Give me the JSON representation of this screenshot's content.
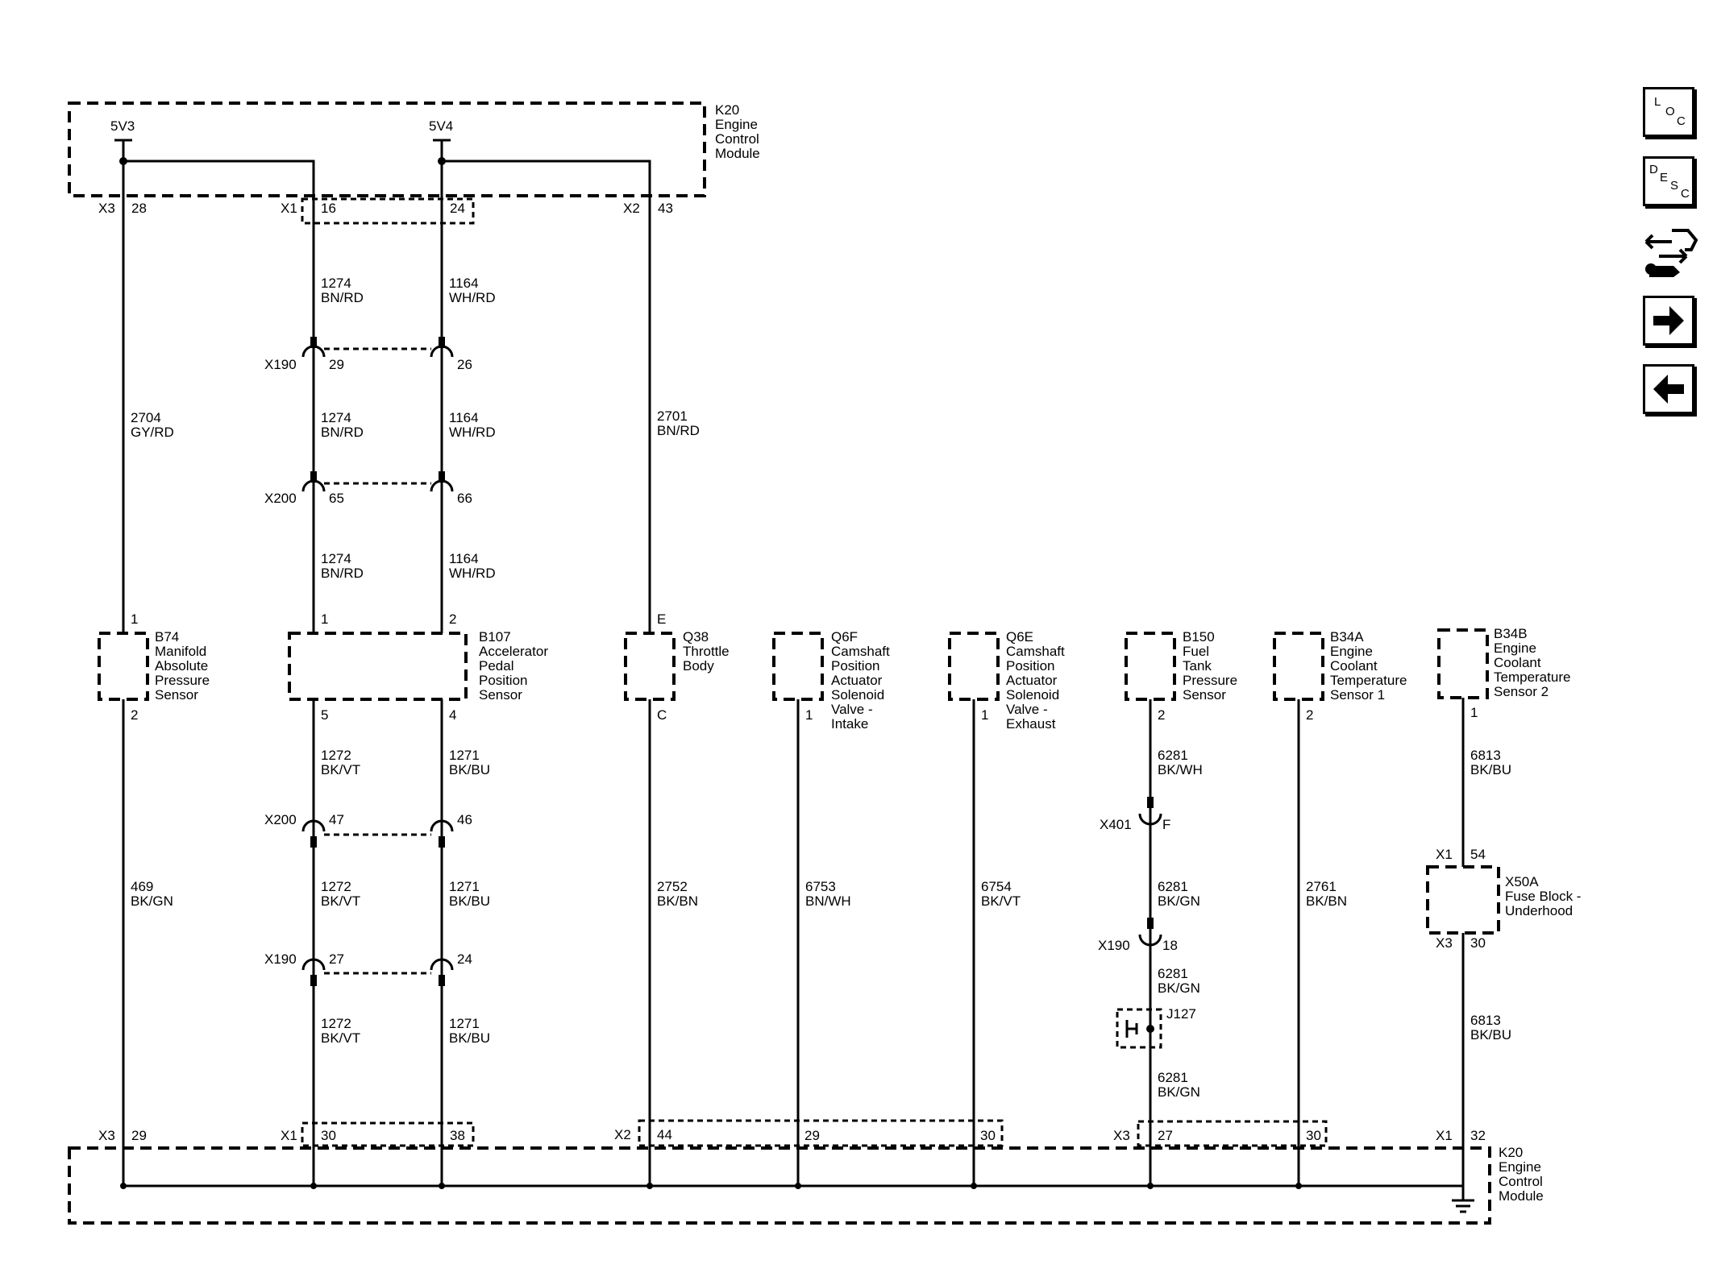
{
  "ecm_top": {
    "code": "K20",
    "l1": "Engine",
    "l2": "Control",
    "l3": "Module"
  },
  "ecm_bottom": {
    "code": "K20",
    "l1": "Engine",
    "l2": "Control",
    "l3": "Module"
  },
  "refs": {
    "v3": "5V3",
    "v4": "5V4"
  },
  "top_pins": {
    "x3": "X3",
    "p28": "28",
    "x1": "X1",
    "p16": "16",
    "p24": "24",
    "x2": "X2",
    "p43": "43"
  },
  "bottom_pins": {
    "x3a": "X3",
    "p29a": "29",
    "x1a": "X1",
    "p30a": "30",
    "p38": "38",
    "x2": "X2",
    "p44": "44",
    "p29b": "29",
    "p30b": "30",
    "x3b": "X3",
    "p27": "27",
    "p30c": "30",
    "x1b": "X1",
    "p32": "32"
  },
  "wires": {
    "w2704": {
      "num": "2704",
      "color": "GY/RD"
    },
    "w2701": {
      "num": "2701",
      "color": "BN/RD"
    },
    "w1274a": {
      "num": "1274",
      "color": "BN/RD"
    },
    "w1274b": {
      "num": "1274",
      "color": "BN/RD"
    },
    "w1274c": {
      "num": "1274",
      "color": "BN/RD"
    },
    "w1164a": {
      "num": "1164",
      "color": "WH/RD"
    },
    "w1164b": {
      "num": "1164",
      "color": "WH/RD"
    },
    "w1164c": {
      "num": "1164",
      "color": "WH/RD"
    },
    "w469": {
      "num": "469",
      "color": "BK/GN"
    },
    "w1272a": {
      "num": "1272",
      "color": "BK/VT"
    },
    "w1272b": {
      "num": "1272",
      "color": "BK/VT"
    },
    "w1272c": {
      "num": "1272",
      "color": "BK/VT"
    },
    "w1271a": {
      "num": "1271",
      "color": "BK/BU"
    },
    "w1271b": {
      "num": "1271",
      "color": "BK/BU"
    },
    "w1271c": {
      "num": "1271",
      "color": "BK/BU"
    },
    "w2752": {
      "num": "2752",
      "color": "BK/BN"
    },
    "w6753": {
      "num": "6753",
      "color": "BN/WH"
    },
    "w6754": {
      "num": "6754",
      "color": "BK/VT"
    },
    "w6281a": {
      "num": "6281",
      "color": "BK/WH"
    },
    "w6281b": {
      "num": "6281",
      "color": "BK/GN"
    },
    "w6281c": {
      "num": "6281",
      "color": "BK/GN"
    },
    "w6281d": {
      "num": "6281",
      "color": "BK/GN"
    },
    "w2761": {
      "num": "2761",
      "color": "BK/BN"
    },
    "w6813a": {
      "num": "6813",
      "color": "BK/BU"
    },
    "w6813b": {
      "num": "6813",
      "color": "BK/BU"
    }
  },
  "inline_connectors": {
    "x190a": {
      "name": "X190",
      "p1": "29",
      "p2": "26"
    },
    "x200a": {
      "name": "X200",
      "p1": "65",
      "p2": "66"
    },
    "x200b": {
      "name": "X200",
      "p1": "47",
      "p2": "46"
    },
    "x190b": {
      "name": "X190",
      "p1": "27",
      "p2": "24"
    },
    "x401": {
      "name": "X401",
      "p1": "F"
    },
    "x190c": {
      "name": "X190",
      "p1": "18"
    }
  },
  "components": {
    "b74": {
      "code": "B74",
      "l1": "Manifold",
      "l2": "Absolute",
      "l3": "Pressure",
      "l4": "Sensor",
      "pin_top": "1",
      "pin_bot": "2"
    },
    "b107": {
      "code": "B107",
      "l1": "Accelerator",
      "l2": "Pedal",
      "l3": "Position",
      "l4": "Sensor",
      "pin_t1": "1",
      "pin_t2": "2",
      "pin_b1": "5",
      "pin_b2": "4"
    },
    "q38": {
      "code": "Q38",
      "l1": "Throttle",
      "l2": "Body",
      "pin_top": "E",
      "pin_bot": "C"
    },
    "q6f": {
      "code": "Q6F",
      "l1": "Camshaft",
      "l2": "Position",
      "l3": "Actuator",
      "l4": "Solenoid",
      "l5": "Valve -",
      "l6": "Intake",
      "pin": "1"
    },
    "q6e": {
      "code": "Q6E",
      "l1": "Camshaft",
      "l2": "Position",
      "l3": "Actuator",
      "l4": "Solenoid",
      "l5": "Valve -",
      "l6": "Exhaust",
      "pin": "1"
    },
    "b150": {
      "code": "B150",
      "l1": "Fuel",
      "l2": "Tank",
      "l3": "Pressure",
      "l4": "Sensor",
      "pin": "2"
    },
    "b34a": {
      "code": "B34A",
      "l1": "Engine",
      "l2": "Coolant",
      "l3": "Temperature",
      "l4": "Sensor 1",
      "pin": "2"
    },
    "b34b": {
      "code": "B34B",
      "l1": "Engine",
      "l2": "Coolant",
      "l3": "Temperature",
      "l4": "Sensor 2",
      "pin": "1"
    },
    "x50a": {
      "code": "X50A",
      "l1": "Fuse Block -",
      "l2": "Underhood",
      "top_conn": "X1",
      "top_pin": "54",
      "bot_conn": "X3",
      "bot_pin": "30"
    },
    "j127": {
      "code": "J127"
    }
  },
  "nav": {
    "loc": {
      "c1": "L",
      "c2": "O",
      "c3": "C"
    },
    "desc": {
      "c1": "D",
      "c2": "E",
      "c3": "S",
      "c4": "C"
    }
  },
  "icons": {
    "loc": "loc-icon",
    "desc": "desc-icon",
    "connector": "connector-wrench-icon",
    "next": "arrow-right-icon",
    "prev": "arrow-left-icon"
  }
}
